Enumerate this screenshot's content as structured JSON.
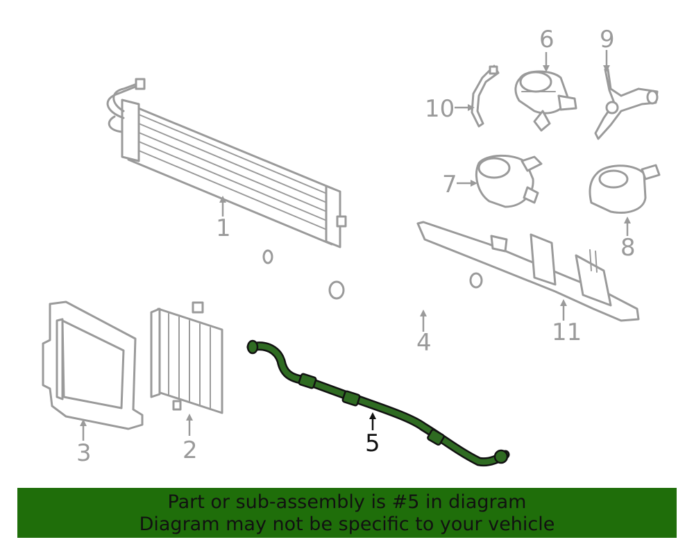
{
  "diagram": {
    "highlighted_part": "5",
    "highlight_color": "#2f6b22",
    "part_color": "#9a9a9a",
    "callouts": {
      "c1": "1",
      "c2": "2",
      "c3": "3",
      "c4": "4",
      "c5": "5",
      "c6": "6",
      "c7": "7",
      "c8": "8",
      "c9": "9",
      "c10": "10",
      "c11": "11"
    }
  },
  "banner": {
    "line1": "Part or sub-assembly is #5 in diagram",
    "line2": "Diagram may not be specific to your vehicle",
    "background": "#1f6e0a"
  }
}
